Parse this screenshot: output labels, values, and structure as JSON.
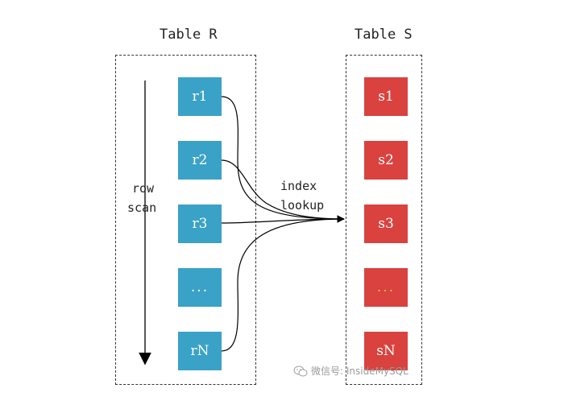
{
  "table_r": {
    "title": "Table R",
    "cells": [
      "r1",
      "r2",
      "r3",
      "...",
      "rN"
    ]
  },
  "table_s": {
    "title": "Table S",
    "cells": [
      "s1",
      "s2",
      "s3",
      "...",
      "sN"
    ]
  },
  "labels": {
    "scan_line1": "row",
    "scan_line2": "scan",
    "lookup_line1": "index",
    "lookup_line2": "lookup"
  },
  "watermark": {
    "text": "微信号: InsideMySQL",
    "icon": "wechat-icon"
  },
  "colors": {
    "table_r_cell": "#3aa2c6",
    "table_s_cell": "#d9423e",
    "ellipsis_s_text": "#f0c040"
  }
}
